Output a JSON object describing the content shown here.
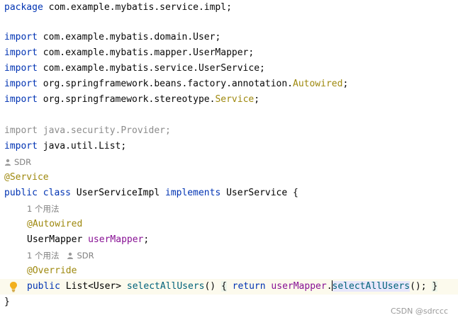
{
  "editor": {
    "package_line": {
      "kw": "package",
      "name": "com.example.mybatis.service.impl",
      "semi": ";"
    },
    "imports": [
      {
        "kw": "import",
        "path": "com.example.mybatis.domain.User",
        "hl": "",
        "semi": ";"
      },
      {
        "kw": "import",
        "path": "com.example.mybatis.mapper.UserMapper",
        "hl": "",
        "semi": ";"
      },
      {
        "kw": "import",
        "path": "com.example.mybatis.service.UserService",
        "hl": "",
        "semi": ";"
      },
      {
        "kw": "import",
        "path": "org.springframework.beans.factory.annotation.",
        "hl": "Autowired",
        "semi": ";"
      },
      {
        "kw": "import",
        "path": "org.springframework.stereotype.",
        "hl": "Service",
        "semi": ";"
      }
    ],
    "unused_import": "import java.security.Provider;",
    "import_list": {
      "kw": "import",
      "path": "java.util.List",
      "semi": ";"
    },
    "author_hint": "SDR",
    "class_annotation": "@Service",
    "class_decl": {
      "mod": "public",
      "kw": "class",
      "name": "UserServiceImpl",
      "impl_kw": "implements",
      "iface": "UserService",
      "brace": "{"
    },
    "usage_hint_1": "1 个用法",
    "field_annotation": "@Autowired",
    "field_decl": {
      "type": "UserMapper",
      "name": "userMapper",
      "semi": ";"
    },
    "usage_hint_2": "1 个用法",
    "author_hint_2": "SDR",
    "method_annotation": "@Override",
    "method_decl": {
      "mod": "public",
      "ret": "List<User>",
      "name": "selectAllUsers",
      "parens": "()",
      "open": "{",
      "ret_kw": "return",
      "target": "userMapper",
      "dot": ".",
      "call": "selectAllUsers",
      "call_end": "();",
      "close": "}"
    },
    "closing_brace": "}"
  },
  "watermark": "CSDN @sdrccc",
  "icons": {
    "person": "person-icon",
    "bulb": "lightbulb-icon"
  },
  "colors": {
    "keyword": "#0033b3",
    "annotation": "#9e880d",
    "field": "#871094",
    "method": "#00627a",
    "muted": "#8c8c8c",
    "bulb": "#f2b01e"
  }
}
